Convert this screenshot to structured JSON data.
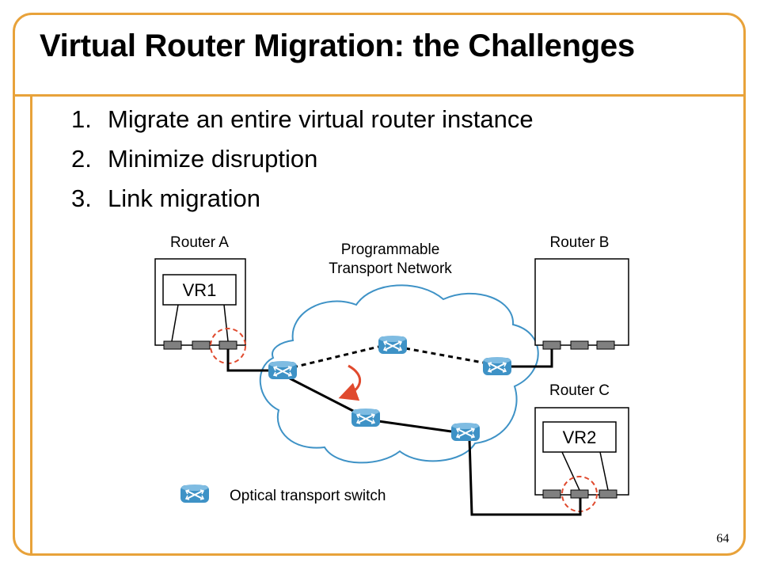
{
  "slide": {
    "title": "Virtual Router Migration: the Challenges",
    "page_number": "64"
  },
  "bullets": [
    {
      "number": "1.",
      "text": "Migrate an entire virtual router instance"
    },
    {
      "number": "2.",
      "text": "Minimize disruption"
    },
    {
      "number": "3.",
      "text": "Link migration"
    }
  ],
  "diagram": {
    "cloud_label_line1": "Programmable",
    "cloud_label_line2": "Transport Network",
    "router_a": {
      "label": "Router A",
      "vr_label": "VR1"
    },
    "router_b": {
      "label": "Router B"
    },
    "router_c": {
      "label": "Router C",
      "vr_label": "VR2"
    },
    "legend_label": "Optical transport switch",
    "icons": {
      "switch": "optical-switch-icon",
      "migration": "curved-arrow-icon"
    },
    "colors": {
      "accent_border": "#E8A23A",
      "cloud_stroke": "#3E92C6",
      "switch_fill": "#3E92C6",
      "port_fill": "#808080",
      "highlight": "#E04A2E"
    }
  }
}
